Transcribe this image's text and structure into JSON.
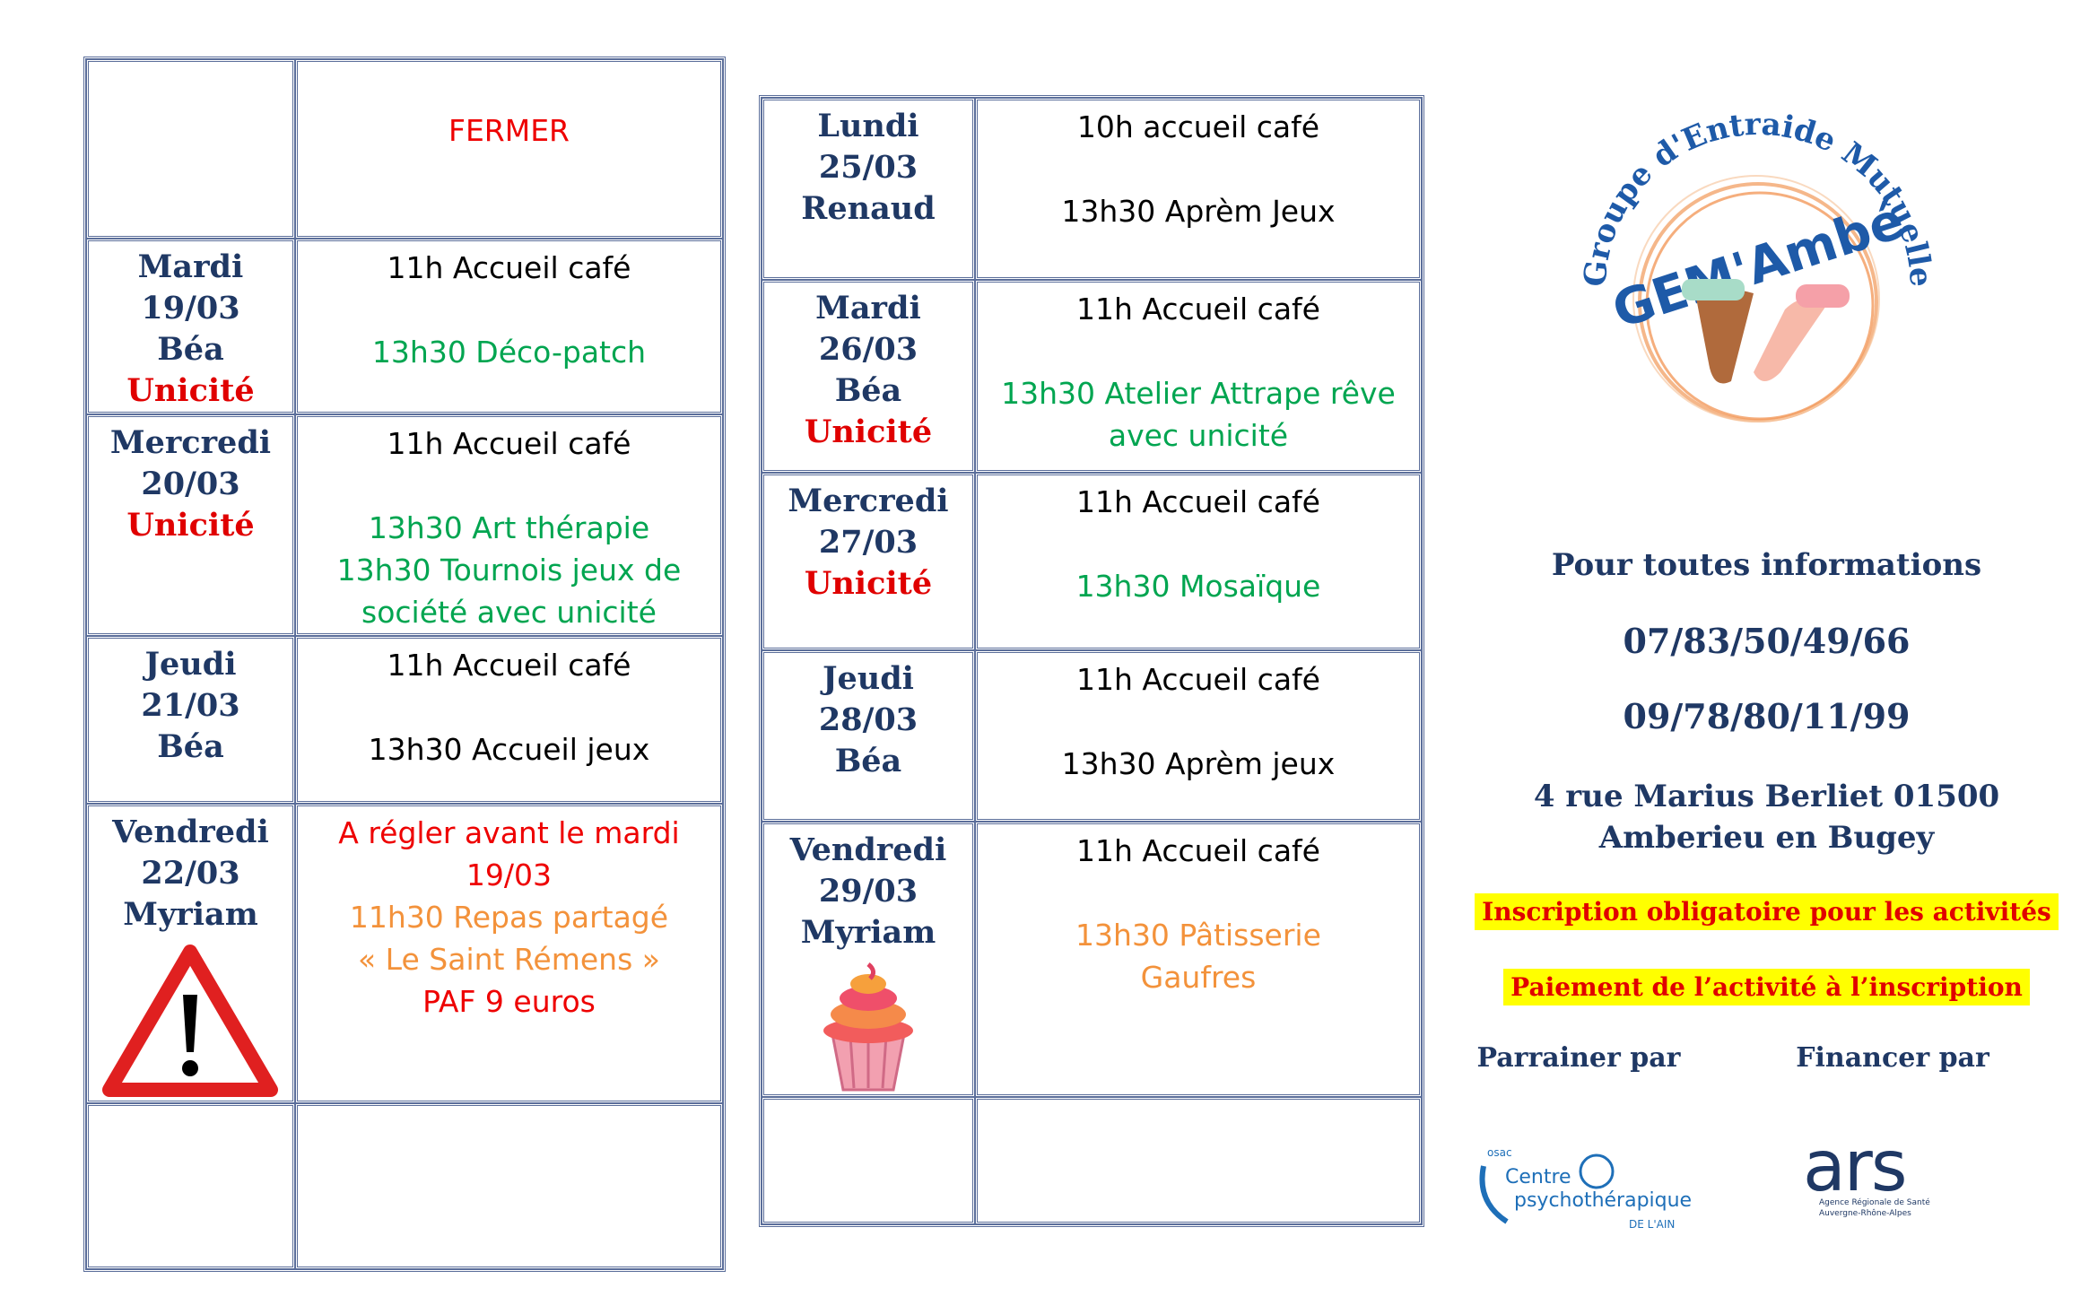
{
  "week1": [
    {
      "day": "",
      "name": "",
      "tag": "",
      "lines": [
        {
          "text": "FERMER",
          "color": "red"
        }
      ]
    },
    {
      "day": "Mardi 19/03",
      "name": "Béa",
      "tag": "Unicité",
      "lines": [
        {
          "text": "11h Accueil café",
          "color": "black"
        },
        {
          "text": "",
          "color": "black"
        },
        {
          "text": "13h30 Déco-patch",
          "color": "green"
        }
      ]
    },
    {
      "day": "Mercredi 20/03",
      "name": "",
      "tag": "Unicité",
      "lines": [
        {
          "text": "11h Accueil café",
          "color": "black"
        },
        {
          "text": "",
          "color": "black"
        },
        {
          "text": "13h30 Art thérapie",
          "color": "green"
        },
        {
          "text": "13h30 Tournois jeux de",
          "color": "green"
        },
        {
          "text": "société avec unicité",
          "color": "green"
        }
      ]
    },
    {
      "day": "Jeudi 21/03",
      "name": "Béa",
      "tag": "",
      "lines": [
        {
          "text": "11h Accueil café",
          "color": "black"
        },
        {
          "text": "",
          "color": "black"
        },
        {
          "text": "13h30 Accueil jeux",
          "color": "black"
        }
      ]
    },
    {
      "day": "Vendredi 22/03",
      "name": "Myriam",
      "tag": "",
      "icon": "warning-sign-icon",
      "lines": [
        {
          "text": "A régler avant le mardi",
          "color": "red"
        },
        {
          "text": "19/03",
          "color": "red"
        },
        {
          "text": "11h30 Repas partagé",
          "color": "orange"
        },
        {
          "text": "« Le Saint Rémens »",
          "color": "orange"
        },
        {
          "text": "PAF 9 euros",
          "color": "red"
        }
      ]
    }
  ],
  "week2": [
    {
      "day": "Lundi 25/03",
      "name": "Renaud",
      "tag": "",
      "lines": [
        {
          "text": "10h accueil café",
          "color": "black"
        },
        {
          "text": "",
          "color": "black"
        },
        {
          "text": "13h30 Aprèm Jeux",
          "color": "black"
        }
      ]
    },
    {
      "day": "Mardi 26/03",
      "name": "Béa",
      "tag": "Unicité",
      "lines": [
        {
          "text": "11h Accueil café",
          "color": "black"
        },
        {
          "text": "",
          "color": "black"
        },
        {
          "text": "13h30 Atelier Attrape rêve",
          "color": "green"
        },
        {
          "text": "avec unicité",
          "color": "green"
        }
      ]
    },
    {
      "day": "Mercredi 27/03",
      "name": "",
      "tag": "Unicité",
      "lines": [
        {
          "text": "11h Accueil café",
          "color": "black"
        },
        {
          "text": "",
          "color": "black"
        },
        {
          "text": "13h30 Mosaïque",
          "color": "green"
        }
      ]
    },
    {
      "day": "Jeudi 28/03",
      "name": "Béa",
      "tag": "",
      "lines": [
        {
          "text": "11h Accueil café",
          "color": "black"
        },
        {
          "text": "",
          "color": "black"
        },
        {
          "text": "13h30 Aprèm jeux",
          "color": "black"
        }
      ]
    },
    {
      "day": "Vendredi 29/03",
      "name": "Myriam",
      "tag": "",
      "icon": "cupcake-icon",
      "lines": [
        {
          "text": "11h Accueil café",
          "color": "black"
        },
        {
          "text": "",
          "color": "black"
        },
        {
          "text": "13h30 Pâtisserie",
          "color": "orange"
        },
        {
          "text": "Gaufres",
          "color": "orange"
        }
      ]
    }
  ],
  "logo": {
    "arc_text": "Groupe d'Entraide Mutuelle",
    "name": "GEM'Ambé"
  },
  "info": {
    "heading": "Pour toutes informations",
    "phone1": "07/83/50/49/66",
    "phone2": "09/78/80/11/99",
    "address_line1": "4 rue Marius Berliet 01500",
    "address_line2": "Amberieu en Bugey",
    "notice1": "Inscription obligatoire pour les activités",
    "notice2": "Paiement de l’activité à l’inscription",
    "sponsor_label": "Parrainer par",
    "funder_label": "Financer par"
  },
  "sponsor_logo": {
    "small": "osac",
    "line1": "Centre",
    "line2": "psychothérapique",
    "line3": "DE L'AIN"
  },
  "funder_logo": {
    "mark": "ars",
    "line1": "Agence Régionale de Santé",
    "line2": "Auvergne-Rhône-Alpes"
  },
  "colors": {
    "navy": "#1f3864",
    "red": "#ee0000",
    "green": "#00a550",
    "orange": "#f3923b",
    "highlight": "#ffff00"
  }
}
